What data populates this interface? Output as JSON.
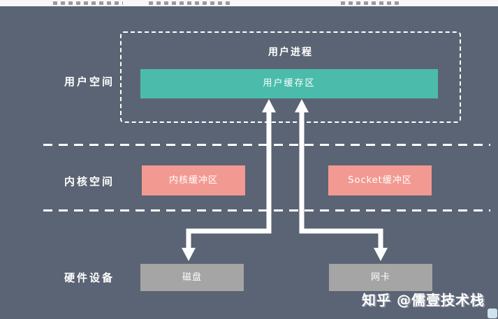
{
  "diagram": {
    "zones": {
      "user_space": "用户空间",
      "kernel_space": "内核空间",
      "hardware": "硬件设备"
    },
    "nodes": {
      "user_process": "用户进程",
      "user_buffer": "用户缓存区",
      "kernel_buffer": "内核缓冲区",
      "socket_buffer": "Socket缓冲区",
      "disk": "磁盘",
      "nic": "网卡"
    },
    "edges": [
      {
        "from": "disk",
        "to": "user_buffer",
        "arrowheads": "both",
        "path": "disk up, right, up into user buffer"
      },
      {
        "from": "user_buffer",
        "to": "nic",
        "arrowheads": "both",
        "path": "user buffer down, right, down into nic"
      }
    ],
    "colors": {
      "background": "#5b6474",
      "user_buffer": "#4bbcab",
      "kernel_buffer": "#f29a92",
      "hardware_box": "#a5a5a5",
      "lines": "#ffffff"
    }
  },
  "watermark": {
    "text": "知乎 @儒壹技术栈"
  }
}
